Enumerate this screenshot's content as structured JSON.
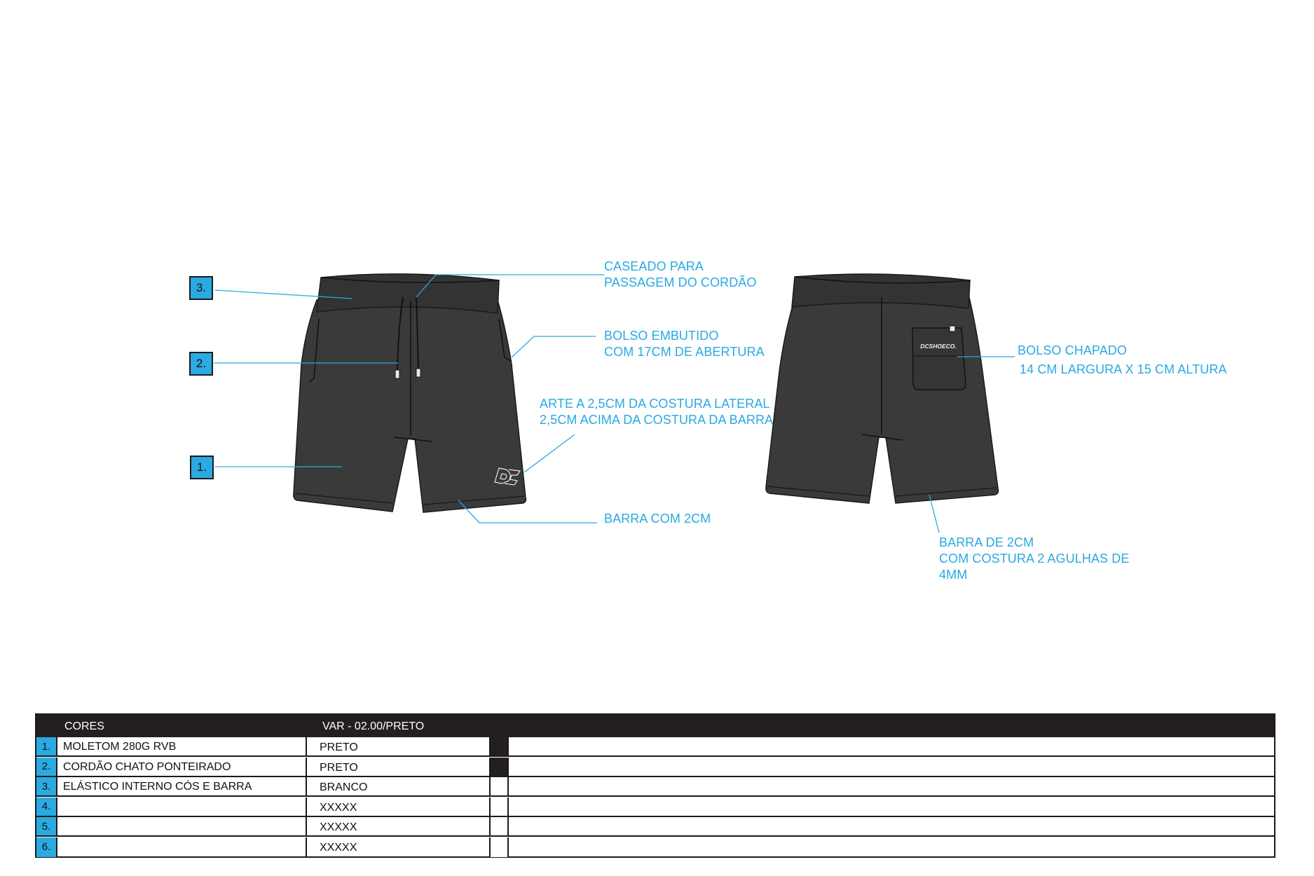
{
  "callouts": {
    "buttonhole": [
      "CASEADO PARA",
      "PASSAGEM DO CORDÃO"
    ],
    "side_pocket": [
      "BOLSO EMBUTIDO",
      "COM 17CM DE ABERTURA"
    ],
    "art": [
      "ARTE A 2,5CM DA COSTURA LATERAL",
      "2,5CM ACIMA DA COSTURA DA BARRA"
    ],
    "front_hem": [
      "BARRA COM 2CM"
    ],
    "patch_pocket": [
      "BOLSO CHAPADO",
      "14 CM LARGURA X 15 CM ALTURA"
    ],
    "back_hem": [
      "BARRA DE 2CM",
      "COM COSTURA 2 AGULHAS DE",
      "4MM"
    ]
  },
  "badges": {
    "waistband": "3.",
    "drawcord": "2.",
    "fabric": "1."
  },
  "pocket_logo": "DCSHOECO.",
  "table": {
    "header_left": "CORES",
    "header_right": "VAR - 02.00/PRETO",
    "rows": [
      {
        "num": "1.",
        "material": "MOLETOM 280G RVB",
        "color": "PRETO",
        "swatch": "#231f20"
      },
      {
        "num": "2.",
        "material": "CORDÃO CHATO PONTEIRADO",
        "color": "PRETO",
        "swatch": "#231f20"
      },
      {
        "num": "3.",
        "material": "ELÁSTICO INTERNO CÓS E BARRA",
        "color": "BRANCO",
        "swatch": "#ffffff"
      },
      {
        "num": "4.",
        "material": "",
        "color": "XXXXX",
        "swatch": "#ffffff"
      },
      {
        "num": "5.",
        "material": "",
        "color": "XXXXX",
        "swatch": "#ffffff"
      },
      {
        "num": "6.",
        "material": "",
        "color": "XXXXX",
        "swatch": "#ffffff"
      }
    ]
  },
  "colors": {
    "garment": "#3a3a3a",
    "accent": "#29abe2",
    "callout_text": "#29a9e0"
  }
}
